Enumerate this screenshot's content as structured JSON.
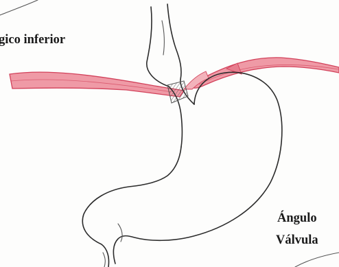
{
  "labels": {
    "top_left": "gico inferior",
    "angle": "Ángulo",
    "valve": "Válvula"
  },
  "colors": {
    "diaphragm_fill": "#ef9aa6",
    "diaphragm_edge": "#d2415a",
    "ink": "#2b2b2b",
    "background": "#fdfdfc"
  }
}
